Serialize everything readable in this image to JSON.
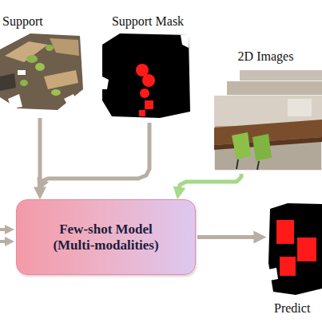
{
  "diagram": {
    "nodes": [
      {
        "text": [
          "Support"
        ]
      },
      {
        "text": [
          "Support Mask"
        ]
      },
      {
        "text": [
          "2D Images"
        ]
      },
      {
        "text": [
          "Few-shot Model (Multi-modalities)"
        ]
      },
      {
        "text": [
          "Predict"
        ]
      }
    ],
    "edges": [
      {
        "from": 0,
        "to": 3,
        "arrow": "to"
      },
      {
        "from": 1,
        "to": 3,
        "arrow": "to"
      },
      {
        "from": 2,
        "to": 3,
        "arrow": "to"
      },
      {
        "from": 3,
        "to": 4,
        "arrow": "to"
      }
    ]
  }
}
